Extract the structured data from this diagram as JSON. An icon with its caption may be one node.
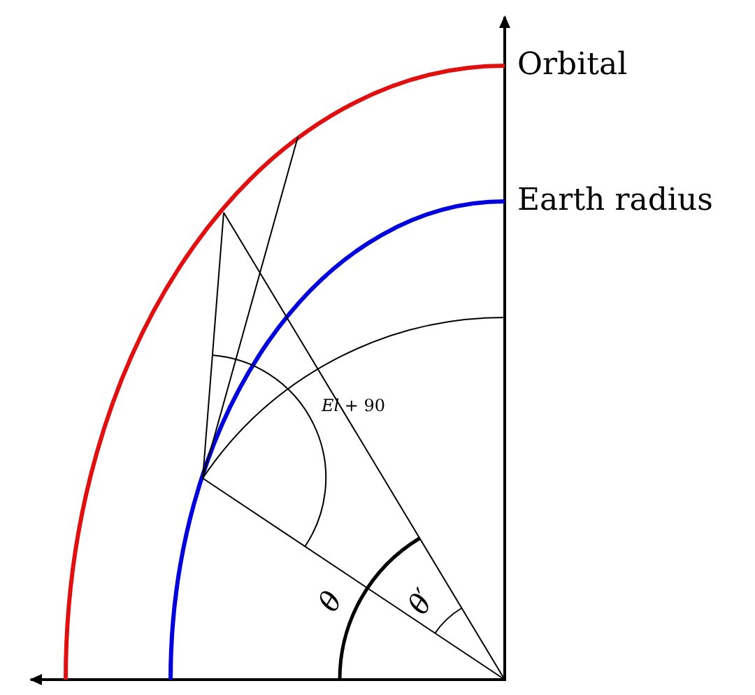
{
  "diagram": {
    "labels": [
      "Orbital",
      "Earth radius",
      "*El* + 90",
      "θ",
      "θ′"
    ]
  }
}
